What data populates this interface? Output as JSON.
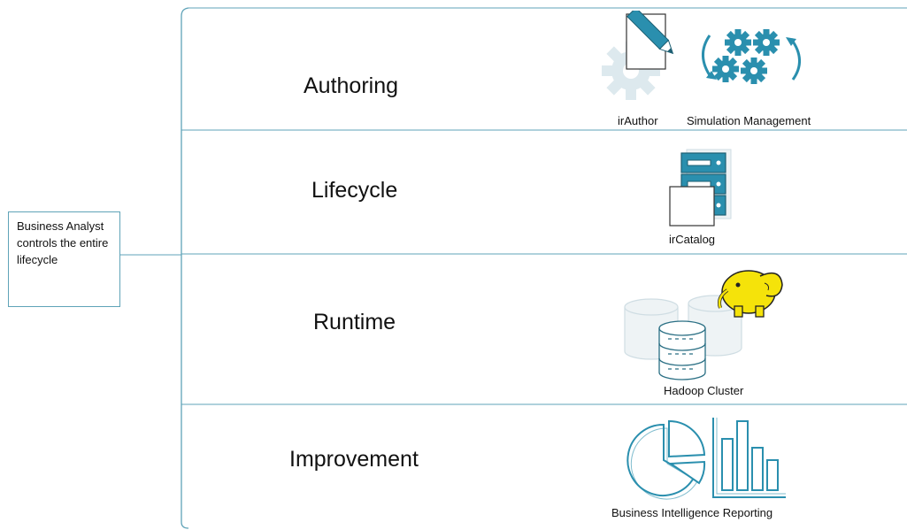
{
  "side_box": {
    "text": "Business Analyst controls the entire lifecycle"
  },
  "stages": [
    {
      "title": "Authoring",
      "captions": [
        "irAuthor",
        "Simulation Management"
      ]
    },
    {
      "title": "Lifecycle",
      "captions": [
        "irCatalog"
      ]
    },
    {
      "title": "Runtime",
      "captions": [
        "Hadoop Cluster"
      ]
    },
    {
      "title": "Improvement",
      "captions": [
        "Business Intelligence Reporting"
      ]
    }
  ],
  "colors": {
    "line": "#5fa3b8",
    "icon_teal": "#2a8fae",
    "icon_light": "#dde9ee",
    "elephant": "#f5e30a"
  },
  "icons": [
    "gear-icon",
    "document-pencil-icon",
    "gears-cycle-icon",
    "server-stack-icon",
    "database-icon",
    "hadoop-elephant-icon",
    "pie-chart-icon",
    "bar-chart-icon"
  ]
}
